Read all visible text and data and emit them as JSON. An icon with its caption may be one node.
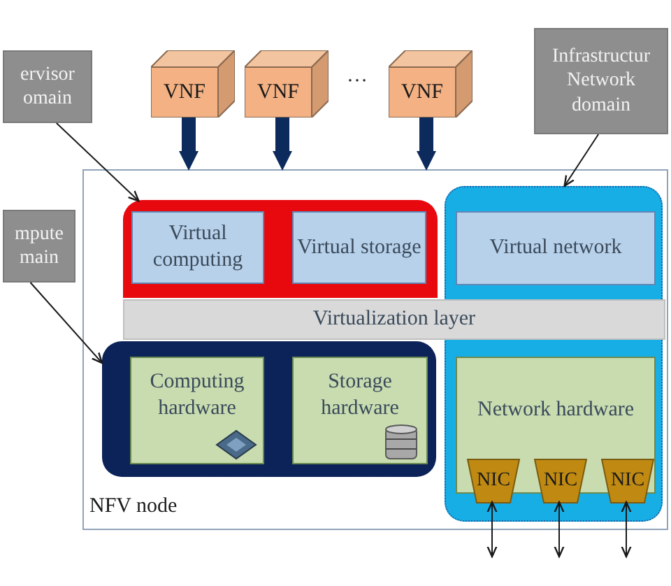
{
  "diagram": {
    "nodes": [
      {
        "text": [
          "ervisor omain"
        ]
      },
      {
        "text": [
          "mpute main"
        ]
      },
      {
        "text": [
          "VNF"
        ]
      },
      {
        "text": [
          "VNF"
        ]
      },
      {
        "text": [
          "VNF"
        ]
      },
      {
        "text": [
          "Infrastructur Network domain"
        ]
      },
      {
        "text": [
          "NFV node"
        ]
      },
      {
        "text": [],
        "shape": "box",
        "in": 6
      },
      {
        "text": [
          "Virtual computing"
        ],
        "in": 7
      },
      {
        "text": [
          "Virtual storage"
        ],
        "in": 7
      },
      {
        "text": [],
        "shape": "box",
        "in": 6
      },
      {
        "text": [
          "Computing hardware"
        ],
        "in": 10
      },
      {
        "text": [
          "Storage hardware"
        ],
        "in": 10
      },
      {
        "text": [],
        "shape": "box",
        "in": 6
      },
      {
        "text": [
          "Virtual network"
        ],
        "in": 13
      },
      {
        "text": [
          "Virtualization layer"
        ],
        "in": 6
      },
      {
        "text": [
          "Network hardware"
        ],
        "in": 13
      },
      {
        "text": [
          "NIC"
        ],
        "in": 13
      },
      {
        "text": [
          "NIC"
        ],
        "in": 13
      },
      {
        "text": [
          "NIC"
        ],
        "in": 13
      }
    ],
    "edges": [
      {
        "from": 2,
        "to": 6,
        "arrow": "to",
        "style": "thick",
        "color": "#0d2a5c"
      },
      {
        "from": 3,
        "to": 6,
        "arrow": "to",
        "style": "thick",
        "color": "#0d2a5c"
      },
      {
        "from": 4,
        "to": 6,
        "arrow": "to",
        "style": "thick",
        "color": "#0d2a5c"
      },
      {
        "from": 0,
        "to": 7,
        "arrow": "to"
      },
      {
        "from": 1,
        "to": 10,
        "arrow": "to"
      },
      {
        "from": 5,
        "to": 13,
        "arrow": "to"
      },
      {
        "from": 17,
        "to": null,
        "arrow": "both"
      },
      {
        "from": 18,
        "to": null,
        "arrow": "both"
      },
      {
        "from": 19,
        "to": null,
        "arrow": "both"
      }
    ],
    "labels": [
      "…"
    ]
  }
}
